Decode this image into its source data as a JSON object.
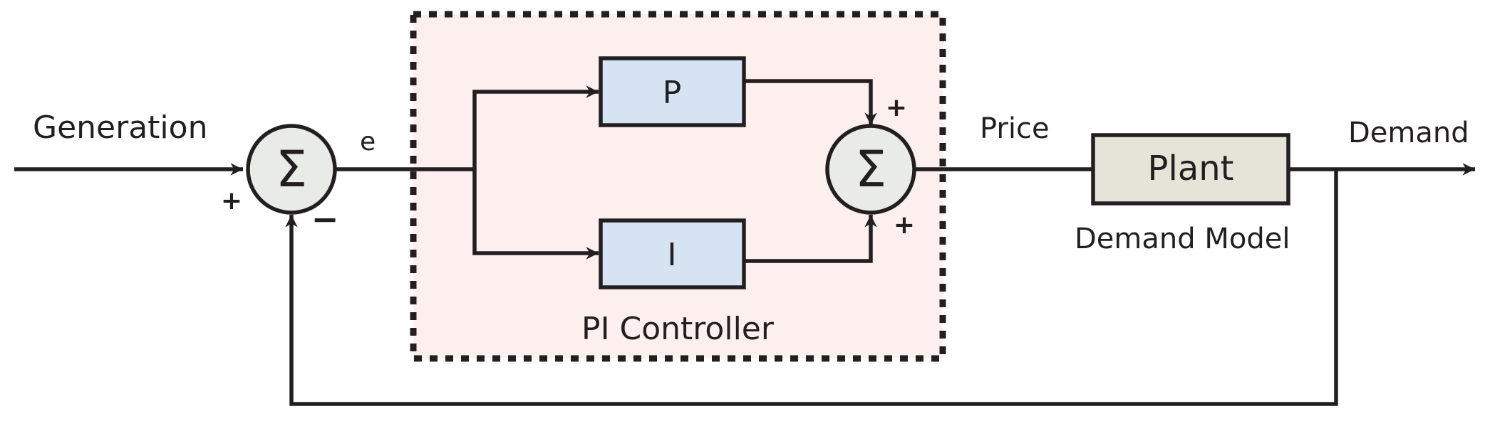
{
  "diagram": {
    "input_label": "Generation",
    "error_label": "e",
    "summing_symbol": "Σ",
    "sum1_plus": "+",
    "sum1_minus": "−",
    "controller_title": "PI Controller",
    "p_block": "P",
    "i_block": "I",
    "sum2_plus_top": "+",
    "sum2_plus_bottom": "+",
    "price_label": "Price",
    "plant_block": "Plant",
    "plant_caption": "Demand Model",
    "output_label": "Demand"
  },
  "colors": {
    "line": "#231f20",
    "controller_background": "#fcefee",
    "pi_blocks": "#d5e3f3",
    "plant_block": "#e5e4d8",
    "summing_junction": "#e9ebe6"
  }
}
